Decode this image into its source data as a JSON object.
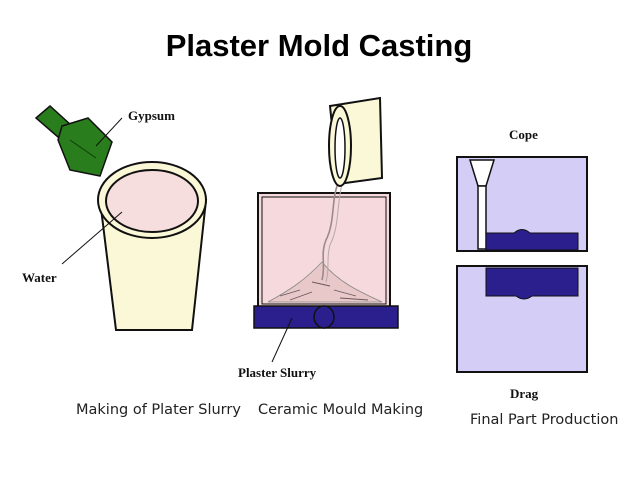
{
  "title": "Plaster Mold Casting",
  "labels": {
    "gypsum": "Gypsum",
    "water": "Water",
    "plaster_slurry": "Plaster Slurry",
    "cope": "Cope",
    "drag": "Drag"
  },
  "captions": {
    "step1": "Making of Plater Slurry",
    "step2": "Ceramic Mould Making",
    "step3": "Final Part Production"
  },
  "colors": {
    "scoop": "#2a7d1c",
    "bucket": "#fbf8d8",
    "slurry": "#f6dede",
    "box_fill": "#f5d9dc",
    "base": "#2a1f8c",
    "mold_fill": "#d4cdf6",
    "part": "#2a1f8c"
  }
}
